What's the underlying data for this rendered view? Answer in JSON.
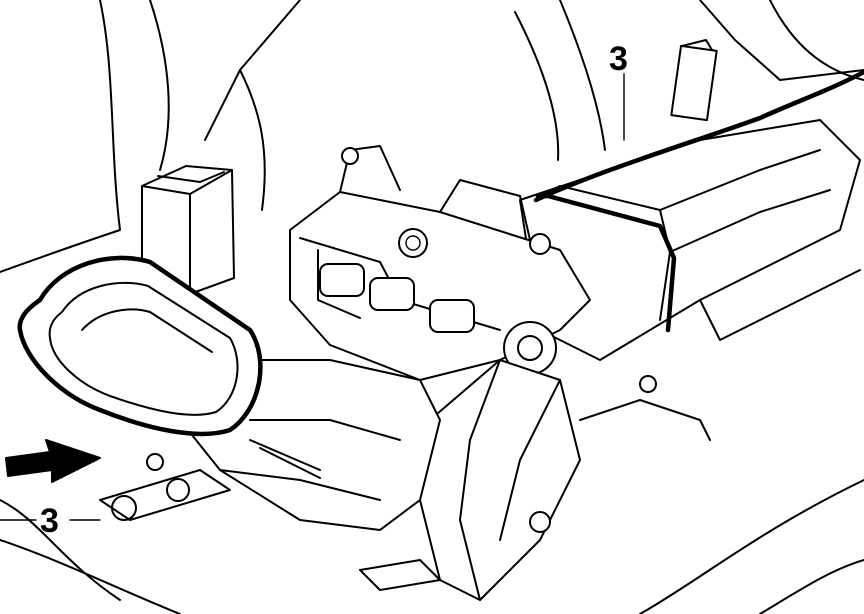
{
  "diagram": {
    "callouts": [
      {
        "id": "callout-top-right",
        "text": "3"
      },
      {
        "id": "callout-bottom-left",
        "text": "3"
      }
    ],
    "colors": {
      "line": "#000000",
      "background": "#ffffff"
    },
    "icons": [
      "arrow-right-icon"
    ]
  }
}
